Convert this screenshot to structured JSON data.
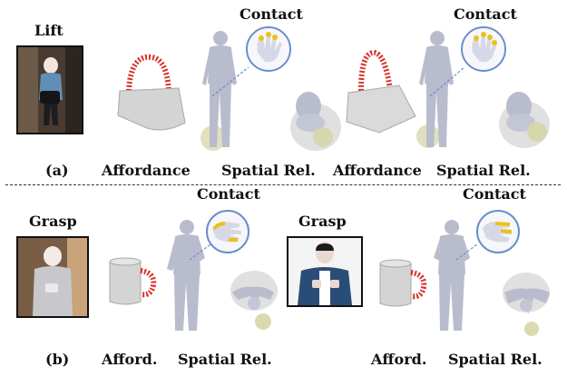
{
  "row_a": {
    "verb": "Lift",
    "contact_left": "Contact",
    "contact_right": "Contact",
    "affordance_left": "Affordance",
    "spatial_left": "Spatial Rel.",
    "affordance_right": "Affordance",
    "spatial_right": "Spatial Rel.",
    "tag": "(a)"
  },
  "row_b": {
    "verb_left": "Grasp",
    "verb_right": "Grasp",
    "contact_left": "Contact",
    "contact_right": "Contact",
    "afford_left": "Afford.",
    "spatial_left": "Spatial Rel.",
    "afford_right": "Afford.",
    "spatial_right": "Spatial Rel.",
    "tag": "(b)"
  },
  "colors": {
    "contact": "#e8c21a",
    "affordance": "#d8332a",
    "body": "#b9bccd",
    "sphere": "#d6d6a8"
  }
}
